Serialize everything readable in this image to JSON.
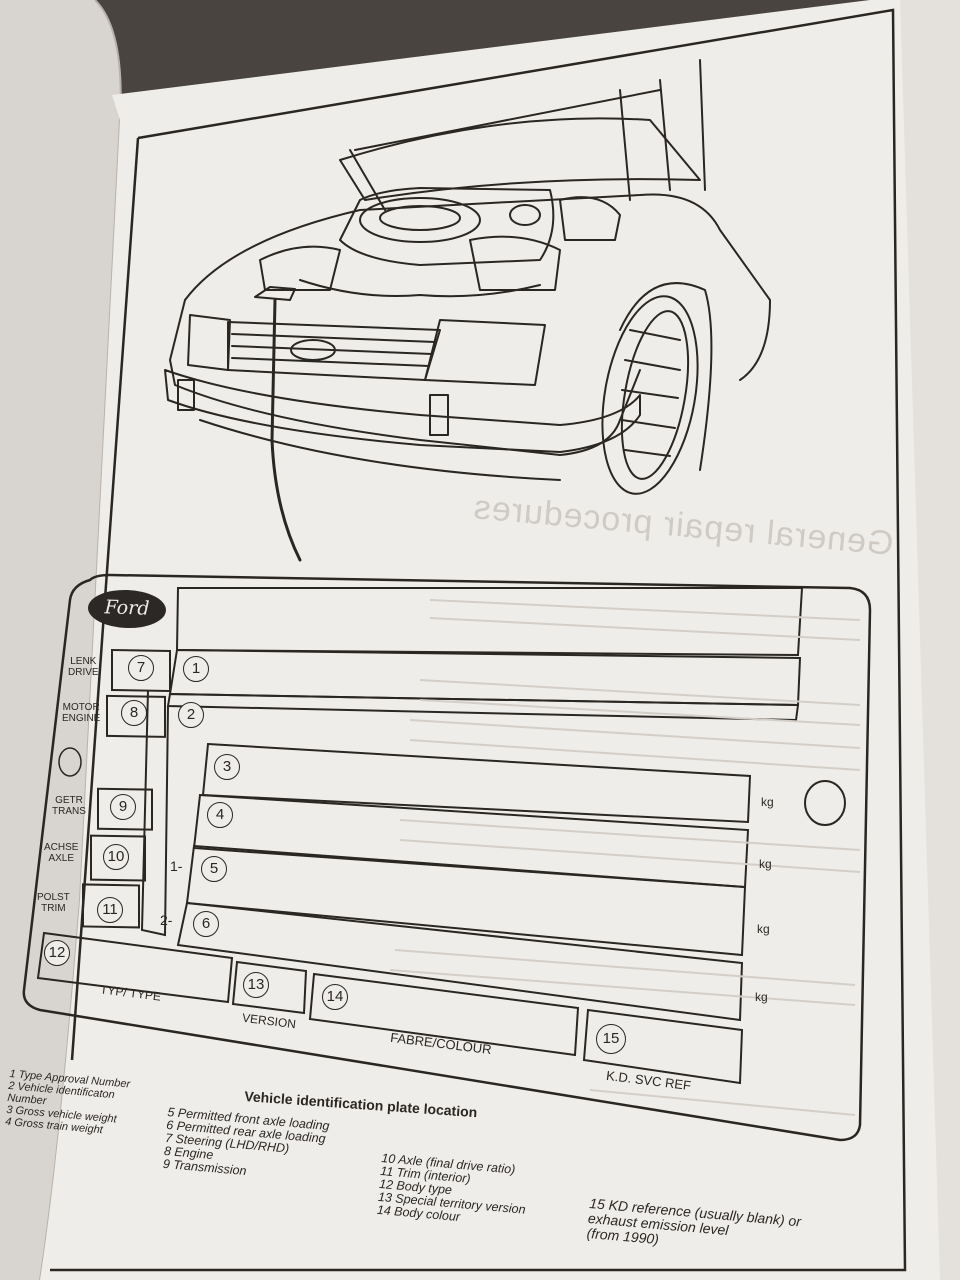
{
  "reverse_heading": "General repair procedures",
  "plate": {
    "logo_text": "Ford",
    "labels": {
      "drive": "LENK\nDRIVE",
      "engine": "MOTOR\nENGINE",
      "trans": "GETR\nTRANS",
      "axle": "ACHSE\nAXLE",
      "trim": "POLST\nTRIM",
      "type": "TYP/ TYPE",
      "version": "VERSION",
      "colour": "FABRE/COLOUR",
      "svc": "K.D. SVC REF",
      "kg": "kg",
      "row1_prefix": "1-",
      "row2_prefix": "2-"
    },
    "numbers": [
      "1",
      "2",
      "3",
      "4",
      "5",
      "6",
      "7",
      "8",
      "9",
      "10",
      "11",
      "12",
      "13",
      "14",
      "15"
    ]
  },
  "caption": "Vehicle identification plate location",
  "legend": {
    "col1": [
      "1  Type Approval Number",
      "2  Vehicle identificaton",
      "    Number",
      "3  Gross vehicle weight",
      "4  Gross train weight"
    ],
    "col2": [
      "5  Permitted front axle loading",
      "6  Permitted rear axle loading",
      "7  Steering (LHD/RHD)",
      "8  Engine",
      "9  Transmission"
    ],
    "col3": [
      "10  Axle (final drive ratio)",
      "11  Trim (interior)",
      "12  Body type",
      "13  Special territory version",
      "14  Body colour"
    ],
    "col4": [
      "15  KD reference (usually blank) or",
      "      exhaust emission level",
      "      (from 1990)"
    ]
  }
}
